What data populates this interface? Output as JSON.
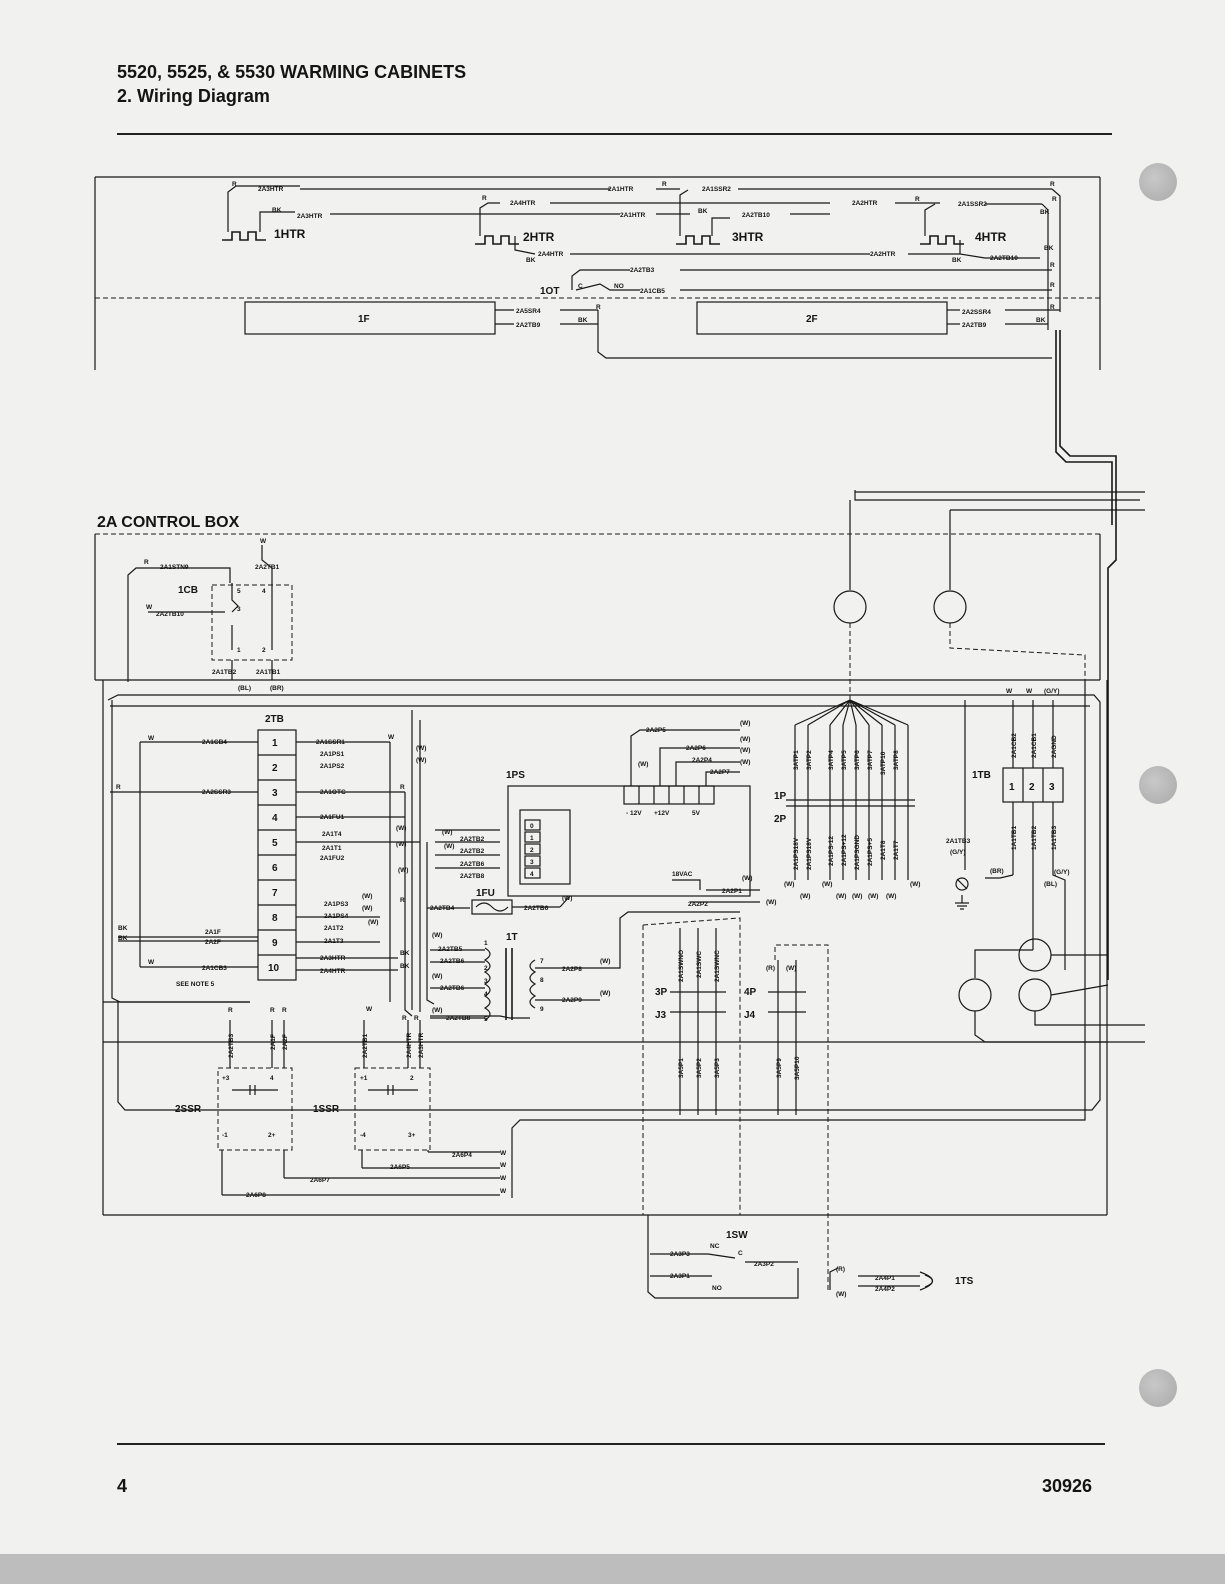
{
  "header": {
    "title": "5520, 5525, & 5530 WARMING CABINETS",
    "subtitle": "2. Wiring Diagram"
  },
  "footer": {
    "page": "4",
    "doc_number": "30926"
  },
  "control_box": {
    "title": "2A CONTROL BOX"
  },
  "heaters": [
    "1HTR",
    "2HTR",
    "3HTR",
    "4HTR"
  ],
  "top_wires": {
    "w1": "2A3HTR",
    "w2": "2A3HTR",
    "w3": "2A4HTR",
    "w4": "2A1HTR",
    "w5": "2A1HTR",
    "w6": "2A1SSR2",
    "w7": "2A2TB10",
    "w8": "2A2HTR",
    "w9": "2A1SSR2",
    "w10": "2A4HTR",
    "w11": "2A2HTR",
    "w12": "2A2TB10",
    "w13": "2A2TB3",
    "w14": "2A1CB5",
    "w15": "2A5SR4",
    "w16": "2A2TB9",
    "w17": "2A2SSR4",
    "w18": "2A2TB9"
  },
  "thermostat": {
    "label": "1OT",
    "c": "C",
    "no": "NO"
  },
  "fans": {
    "f1": "1F",
    "f2": "2F"
  },
  "colors": {
    "r": "R",
    "bk": "BK",
    "w": "W",
    "bl": "(BL)",
    "br": "(BR)",
    "wp": "(W)",
    "rp": "(R)",
    "gy": "(G/Y)"
  },
  "cb": {
    "label": "1CB",
    "w_top": "2A1STN9",
    "w_right": "2A2TB1",
    "w_left": "2A2TB10",
    "b1": "2A1TB2",
    "b2": "2A1TB1",
    "p5": "5",
    "p4": "4",
    "p3": "3",
    "p1": "1",
    "p2": "2"
  },
  "tb2": {
    "label": "2TB",
    "rows": [
      "1",
      "2",
      "3",
      "4",
      "5",
      "6",
      "7",
      "8",
      "9",
      "10"
    ],
    "left": [
      "2A1CB4",
      "2A2SSR3",
      "2A1F",
      "2A2F",
      "2A1CB3"
    ],
    "right": [
      "2A1SSR1",
      "2A1PS1",
      "2A1PS2",
      "2A1OTC",
      "2A1FU1",
      "2A1T4",
      "2A1T1",
      "2A1FU2",
      "2A1PS3",
      "2A1PS4",
      "2A1T2",
      "2A1T3",
      "2A3HTR",
      "2A4HTR"
    ],
    "note": "SEE NOTE 5"
  },
  "ps": {
    "label": "1PS",
    "terminals": [
      "0",
      "1",
      "2",
      "3",
      "4"
    ],
    "wires": [
      "2A2TB2",
      "2A2TB2",
      "2A2TB6",
      "2A2TB8"
    ],
    "outputs": [
      "- 12V",
      "+12V",
      "5V"
    ],
    "top_wires": [
      "2A2P5",
      "2A2P6",
      "2A2P4",
      "2A2P7"
    ]
  },
  "fu": {
    "label": "1FU",
    "left": "2A2TB4",
    "right": "2A2TB6"
  },
  "transformer": {
    "label": "1T",
    "vac": "18VAC",
    "taps": [
      "1",
      "2",
      "3",
      "4",
      "5",
      "7",
      "8",
      "9"
    ],
    "left": [
      "2A2TB5",
      "2A2TB6",
      "2A2TB6",
      "2A2TB8"
    ],
    "right": [
      "2A2P8",
      "2A2P9"
    ],
    "p": [
      "2A2P1",
      "2A2P2"
    ]
  },
  "connector_p": {
    "l1": "1P",
    "l2": "2P",
    "top": [
      "3ATP1",
      "3ATP2",
      "3ATP4",
      "3ATP5",
      "3ATP6",
      "3ATP7",
      "3ATP10",
      "3ATP8"
    ],
    "bottom": [
      "2A1PS18V",
      "2A1PS18V",
      "2A1PS-12",
      "2A1PS+12",
      "2A1PSGND",
      "2A1PS+5",
      "2A1T8",
      "2A1T7"
    ]
  },
  "connector_3p": {
    "l1": "3P",
    "l2": "J3",
    "top": [
      "2A1SWNO",
      "2A1SWC",
      "2A1SWNC"
    ],
    "bottom": [
      "3A5P1",
      "3A5P2",
      "3A5P3"
    ]
  },
  "connector_4p": {
    "l1": "4P",
    "l2": "J4",
    "bottom": [
      "3A5P9",
      "3A5P10"
    ]
  },
  "tb1": {
    "label": "1TB",
    "rows": [
      "1",
      "2",
      "3"
    ],
    "top": [
      "2A1CB2",
      "2A1CB1",
      "2AGND"
    ],
    "bottom": [
      "1A1TB1",
      "1A1TB2",
      "1A1TB3"
    ],
    "gnd": "2A1TB3"
  },
  "ssr2": {
    "label": "2SSR",
    "pins": [
      "+3",
      "4",
      "-1",
      "2+"
    ],
    "top": [
      "2A2TB3",
      "2A1F",
      "2A2F"
    ]
  },
  "ssr1": {
    "label": "1SSR",
    "pins": [
      "+1",
      "2",
      "-4",
      "3+"
    ],
    "top": [
      "2A2TB1",
      "2A4HTR",
      "2A3HTR"
    ]
  },
  "ssr_wires": [
    "2A6P4",
    "2A6P5",
    "2A6P7",
    "2A6P8"
  ],
  "switch": {
    "label": "1SW",
    "nc": "NC",
    "c": "C",
    "no": "NO",
    "wires": [
      "2A3P3",
      "2A3P1",
      "2A3P2"
    ]
  },
  "temp_sensor": {
    "label": "1TS",
    "wires": [
      "2A4P1",
      "2A4P2"
    ]
  }
}
